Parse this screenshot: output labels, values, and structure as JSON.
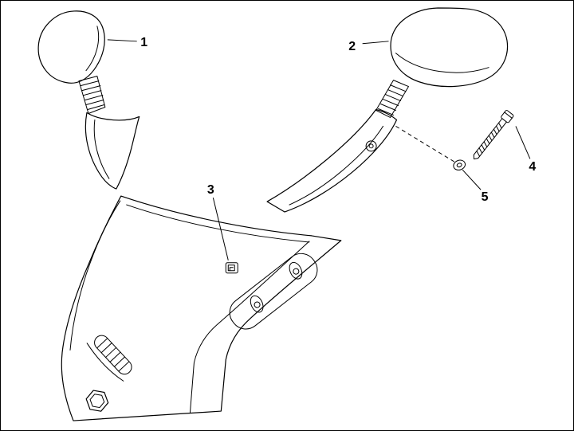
{
  "diagram": {
    "background_color": "#ffffff",
    "line_color": "#000000",
    "description_parts": [
      "rear-view-mirror-left",
      "rear-view-mirror-right",
      "fixing-clip",
      "screw",
      "washer",
      "handlebar-front-cover"
    ],
    "callouts": [
      {
        "label": "1"
      },
      {
        "label": "2"
      },
      {
        "label": "3"
      },
      {
        "label": "4"
      },
      {
        "label": "5"
      }
    ]
  }
}
